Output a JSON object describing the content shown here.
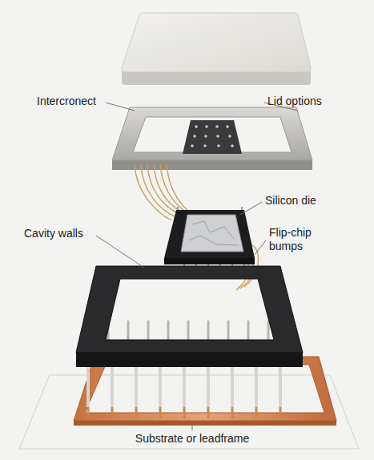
{
  "diagram": {
    "labels": [
      "Intercronect",
      "Lid options",
      "Silicon die",
      "Cavity walls",
      "Flip-chip bumps",
      "Substrate or leadframe"
    ]
  }
}
